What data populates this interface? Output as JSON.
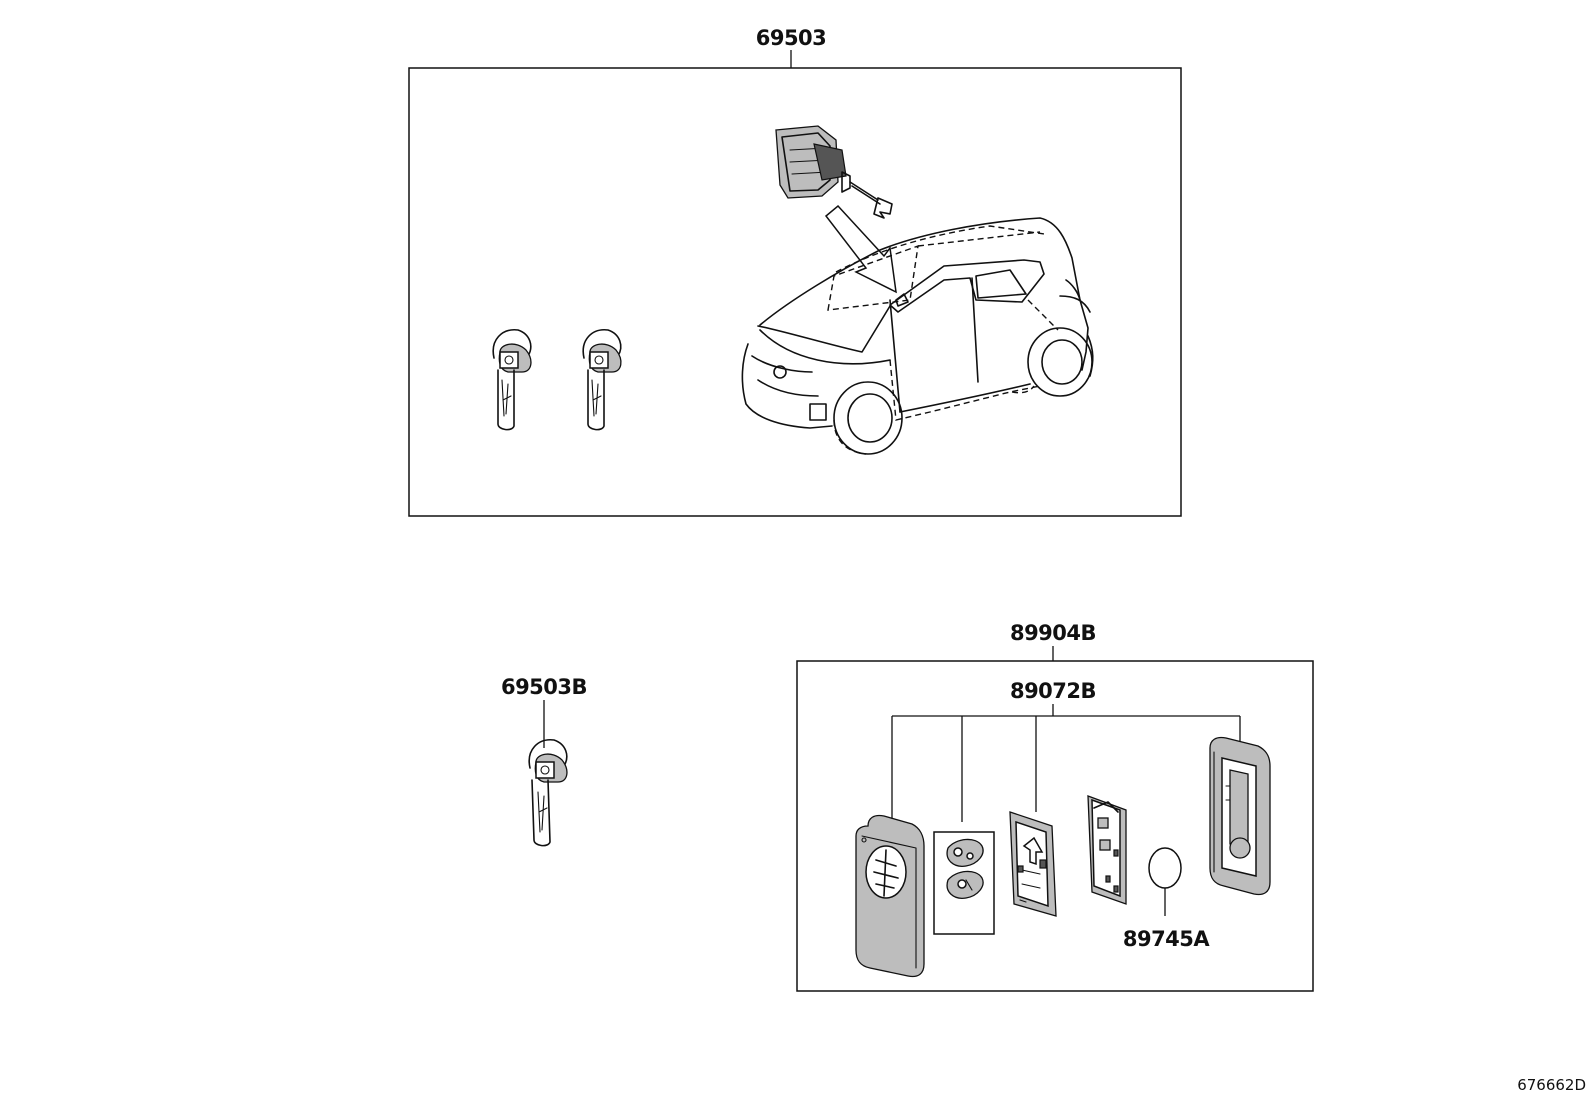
{
  "labels": {
    "group_top": "69503",
    "key_blank": "69503B",
    "remote_set": "89904B",
    "remote_case": "89072B",
    "battery": "89745A"
  },
  "figure_id": "676662D"
}
